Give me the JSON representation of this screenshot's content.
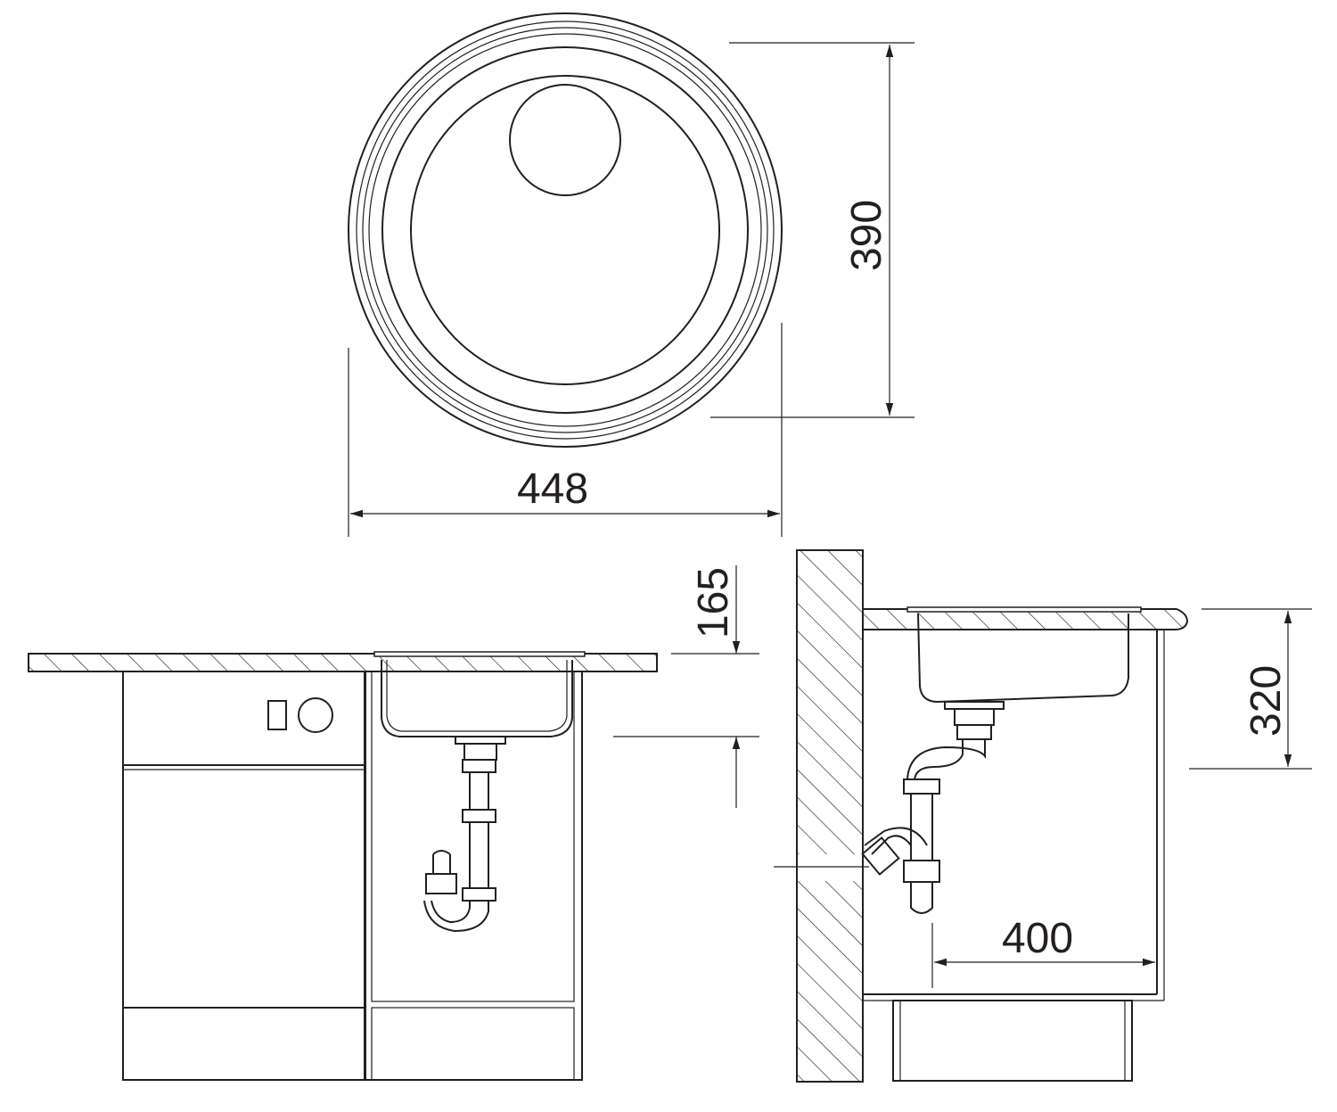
{
  "dimensions": {
    "width": "448",
    "height": "390",
    "bowl_depth_front": "165",
    "bowl_depth_side": "320",
    "cabinet_depth": "400"
  }
}
